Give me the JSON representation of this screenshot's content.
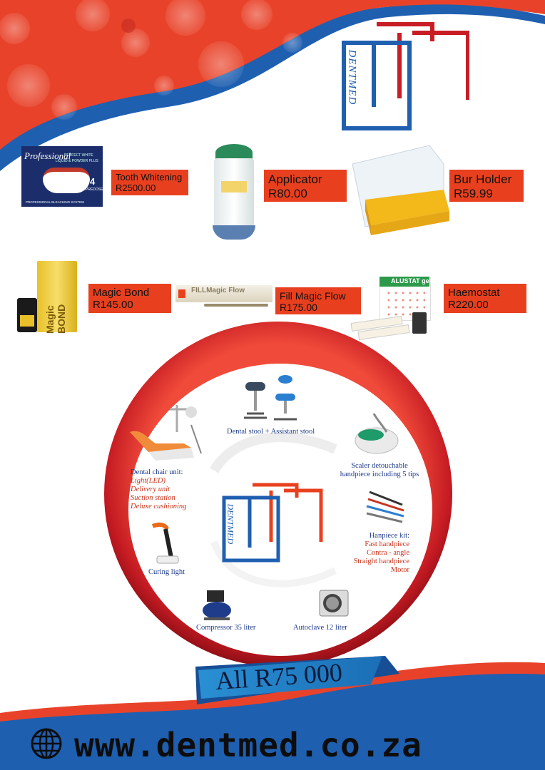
{
  "brand": {
    "logo_text": "DENTMED"
  },
  "products": [
    {
      "name": "Tooth Whitening",
      "price": "R2500.00",
      "package_text": "Professional",
      "package_sub": "PERFECT WHITE",
      "package_sub2": "LIQUID & POWDER PLUS",
      "package_count": "4",
      "package_count_label": "PREDOSE",
      "package_footer": "PROFESSIONAL BLEACHING SYSTEM"
    },
    {
      "name": "Applicator",
      "price": "R80.00"
    },
    {
      "name": "Bur Holder",
      "price": "R59.99"
    },
    {
      "name": "Magic Bond",
      "price": "R145.00",
      "package_text": "Magic BOND"
    },
    {
      "name": "Fill Magic Flow",
      "price": "R175.00",
      "package_text": "FILLMagic Flow"
    },
    {
      "name": "Haemostat",
      "price": "R220.00",
      "package_text": "ALUSTAT gel"
    }
  ],
  "package": {
    "items": [
      {
        "label": "Dental stool + Assistant stool"
      },
      {
        "label": "Scaler detouchable",
        "label2": "handpiece including 5 tips"
      },
      {
        "label": "Dental chair unit:",
        "details": [
          "Light(LED)",
          "Delivery unit",
          "Suction station",
          "Deluxe cushioning"
        ]
      },
      {
        "label": "Hanpiece kit:",
        "details": [
          "Fast handpiece",
          "Contra - angle",
          "Straight handpiece",
          "Motor"
        ]
      },
      {
        "label": "Curing light"
      },
      {
        "label": "Compressor 35 liter"
      },
      {
        "label": "Autoclave 12 liter"
      }
    ],
    "price_banner": "All R75 000"
  },
  "footer": {
    "url": "www.dentmed.co.za",
    "icon": "globe-icon"
  },
  "colors": {
    "red": "#e8401f",
    "blue": "#1f5fb0",
    "dark_red": "#c81d25"
  }
}
